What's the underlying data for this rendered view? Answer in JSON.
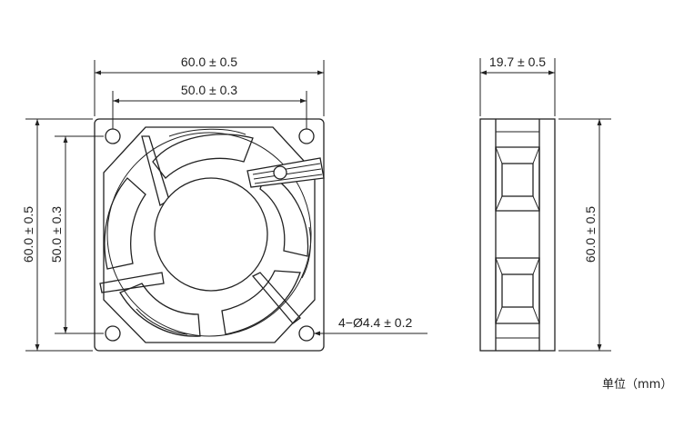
{
  "front_view": {
    "overall_width": "60.0 ± 0.5",
    "hole_pitch_width": "50.0 ± 0.3",
    "overall_height": "60.0 ± 0.5",
    "hole_pitch_height": "50.0 ± 0.3",
    "mount_holes": "4−Ø4.4 ± 0.2"
  },
  "side_view": {
    "depth": "19.7 ± 0.5",
    "height": "60.0 ± 0.5"
  },
  "unit_label": "单位（mm）"
}
